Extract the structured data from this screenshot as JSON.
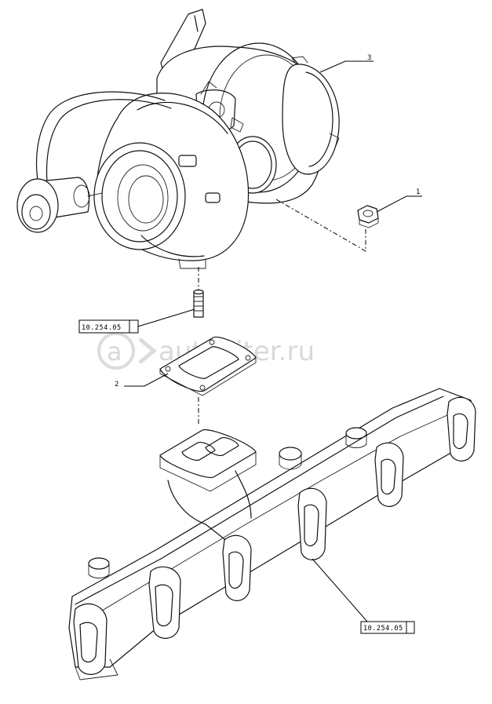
{
  "callouts": [
    {
      "id": "part-3",
      "label": "3"
    },
    {
      "id": "part-1",
      "label": "1"
    },
    {
      "id": "part-2",
      "label": "2"
    }
  ],
  "references": [
    {
      "id": "ref-stud",
      "label": "10.254.05"
    },
    {
      "id": "ref-manifold",
      "label": "10.254.05"
    }
  ],
  "watermark": {
    "text": "autopiter.ru",
    "icon": "a-arrow-logo"
  },
  "colors": {
    "line": "#111111",
    "background": "#ffffff",
    "watermark": "#d9d9d9"
  }
}
